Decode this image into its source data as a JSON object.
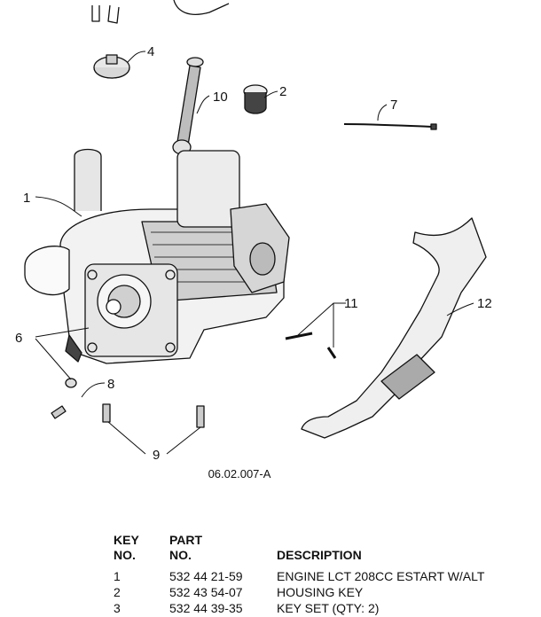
{
  "figure": {
    "callouts": [
      "1",
      "2",
      "4",
      "6",
      "7",
      "8",
      "9",
      "10",
      "11",
      "12"
    ],
    "code": "06.02.007-A"
  },
  "parts_table": {
    "headers": {
      "key_line1": "KEY",
      "key_line2": "NO.",
      "part_line1": "PART",
      "part_line2": "NO.",
      "description": "DESCRIPTION"
    },
    "rows": [
      {
        "key": "1",
        "part": "532 44 21-59",
        "description": "ENGINE LCT 208CC ESTART W/ALT"
      },
      {
        "key": "2",
        "part": "532 43 54-07",
        "description": "HOUSING KEY"
      },
      {
        "key": "3",
        "part": "532 44 39-35",
        "description": "KEY SET (QTY: 2)"
      }
    ]
  }
}
